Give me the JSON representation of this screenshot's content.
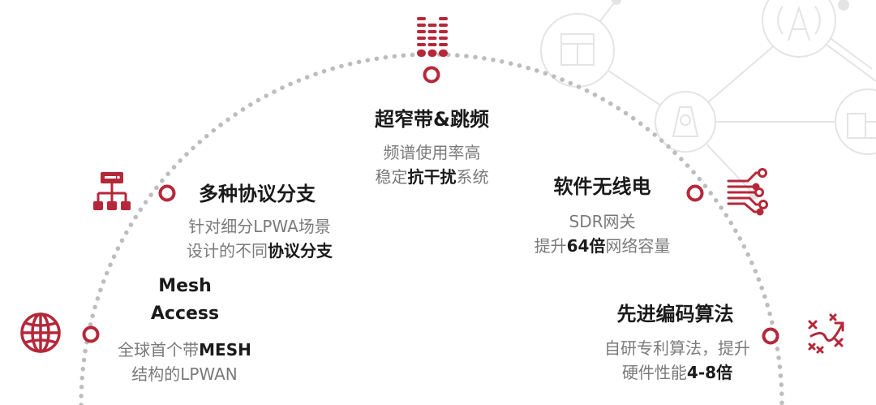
{
  "colors": {
    "accent": "#b5283a",
    "arc_dots": "#bdbdbd",
    "network": "#e4e4e4",
    "desc_text": "#7a7a7a",
    "title_text": "#1a1a1a"
  },
  "features": [
    {
      "key": "narrowband",
      "icon": "frequency-bars-icon",
      "title": "超窄带&跳频",
      "lines": [
        [
          {
            "t": "频谱使用率高",
            "b": false
          }
        ],
        [
          {
            "t": "稳定",
            "b": false
          },
          {
            "t": "抗干扰",
            "b": true
          },
          {
            "t": "系统",
            "b": false
          }
        ]
      ]
    },
    {
      "key": "protocol",
      "icon": "hierarchy-icon",
      "title": "多种协议分支",
      "lines": [
        [
          {
            "t": "针对细分LPWA场景",
            "b": false
          }
        ],
        [
          {
            "t": "设计的不同",
            "b": false
          },
          {
            "t": "协议分支",
            "b": true
          }
        ]
      ]
    },
    {
      "key": "mesh",
      "icon": "globe-icon",
      "title_lines": [
        "Mesh",
        "Access"
      ],
      "lines": [
        [
          {
            "t": "全球首个带",
            "b": false
          },
          {
            "t": "MESH",
            "b": true
          }
        ],
        [
          {
            "t": "结构的LPWAN",
            "b": false
          }
        ]
      ]
    },
    {
      "key": "sdr",
      "icon": "circuit-icon",
      "title": "软件无线电",
      "lines": [
        [
          {
            "t": "SDR网关",
            "b": false
          }
        ],
        [
          {
            "t": "提升",
            "b": false
          },
          {
            "t": "64倍",
            "b": true
          },
          {
            "t": "网络容量",
            "b": false
          }
        ]
      ]
    },
    {
      "key": "coding",
      "icon": "strategy-icon",
      "title": "先进编码算法",
      "lines": [
        [
          {
            "t": "自研专利算法，提升",
            "b": false
          }
        ],
        [
          {
            "t": "硬件性能",
            "b": false
          },
          {
            "t": "4-8倍",
            "b": true
          }
        ]
      ]
    }
  ]
}
